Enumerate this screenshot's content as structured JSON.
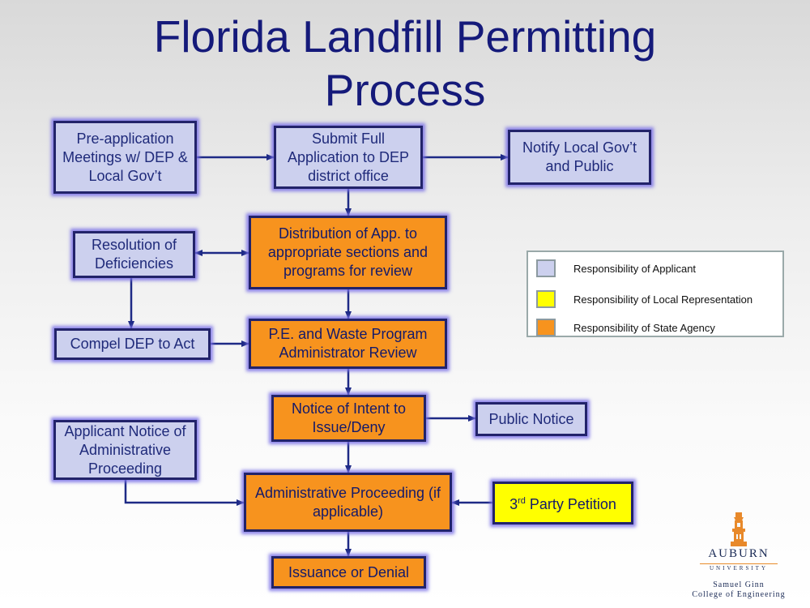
{
  "title": {
    "line1": "Florida Landfill Permitting",
    "line2": "Process"
  },
  "boxes": {
    "preapp": "Pre-application Meetings w/ DEP & Local Gov’t",
    "submit": "Submit Full Application to DEP district office",
    "notify": "Notify Local Gov’t and Public",
    "distribution": "Distribution of App. to appropriate sections and programs for review",
    "resolution": "Resolution of Deficiencies",
    "compel": "Compel DEP to Act",
    "pe_review": "P.E. and Waste Program Administrator Review",
    "notice_intent": "Notice of Intent to Issue/Deny",
    "public_notice": "Public Notice",
    "applicant_notice": "Applicant Notice of Administrative Proceeding",
    "admin_proceeding": "Administrative Proceeding (if applicable)",
    "third_party": {
      "ordinal": "3",
      "suffix": "rd",
      "text": " Party Petition"
    },
    "issuance": "Issuance or Denial"
  },
  "legend": {
    "items": [
      {
        "label": "Responsibility of Applicant",
        "color": "#ccd0ee"
      },
      {
        "label": "Responsibility of Local Representation",
        "color": "#ffff00"
      },
      {
        "label": "Responsibility of State Agency",
        "color": "#f7931e"
      }
    ]
  },
  "colors": {
    "applicant": "#ccd0ee",
    "local": "#ffff00",
    "state": "#f7931e",
    "title": "#151a7a",
    "arrow": "#1e2a86"
  },
  "logo": {
    "name": "AUBURN",
    "university": "UNIVERSITY",
    "college_line1": "Samuel Ginn",
    "college_line2": "College of Engineering",
    "icon": "tower-icon"
  }
}
